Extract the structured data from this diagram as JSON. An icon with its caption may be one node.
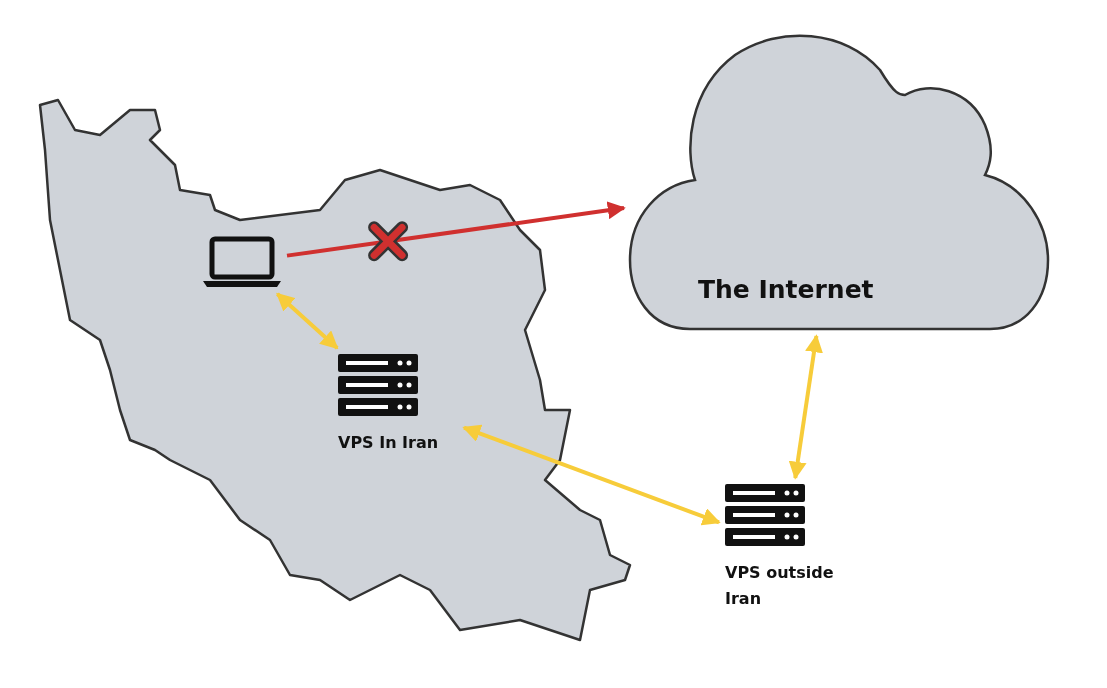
{
  "diagram": {
    "nodes": [
      {
        "text": [
          "The Internet"
        ]
      },
      {
        "text": [],
        "shape": "laptop"
      },
      {
        "text": [
          "VPS In Iran"
        ]
      },
      {
        "text": [
          "VPS outside Iran"
        ]
      }
    ],
    "edges": [
      {
        "from": 1,
        "to": 0,
        "arrow": "to",
        "color": "#d0302f"
      },
      {
        "from": 1,
        "to": 2,
        "arrow": "both"
      },
      {
        "from": 2,
        "to": 3,
        "arrow": "both"
      },
      {
        "from": 0,
        "to": 3,
        "arrow": "both"
      }
    ]
  }
}
